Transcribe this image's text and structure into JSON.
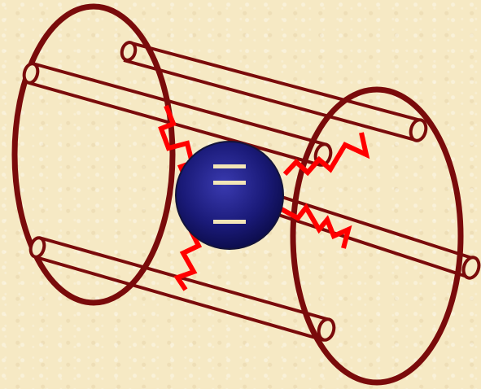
{
  "colors": {
    "background": "#f6e9c4",
    "frame": "#7a0b0b",
    "tube_fill": "#f6e9c4",
    "wiggle": "#ff0000",
    "sphere_dark": "#0a0a44",
    "sphere_light": "#3a3ab0",
    "sphere_bars": "#f3e6b8"
  },
  "diagram": {
    "description_free": true,
    "rings": 2,
    "tubes": 4,
    "wiggles": 4,
    "sphere_bars": 3
  }
}
